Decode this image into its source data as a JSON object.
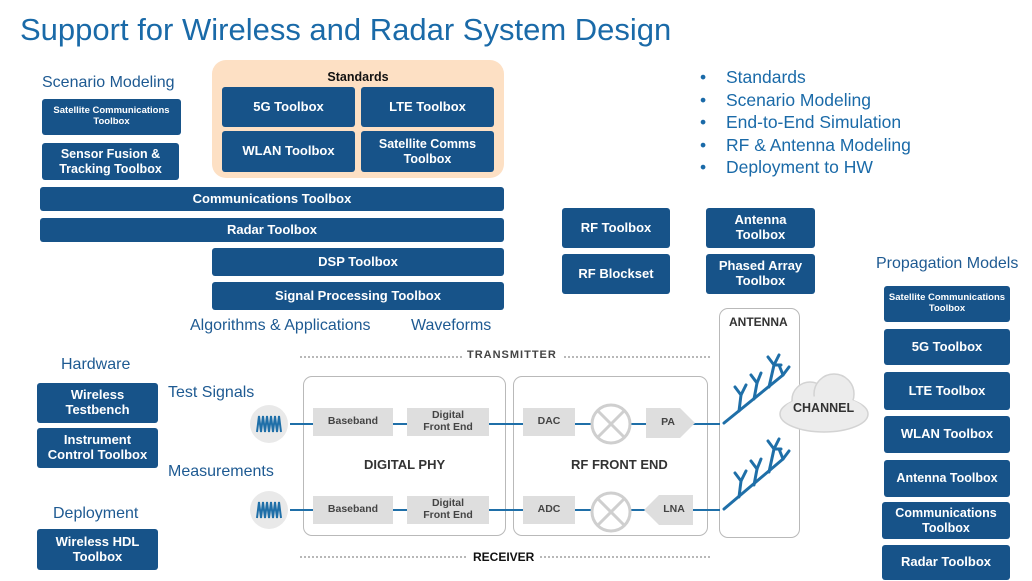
{
  "title": "Support for Wireless and Radar System Design",
  "standards": {
    "title": "Standards",
    "items": [
      "5G Toolbox",
      "LTE Toolbox",
      "WLAN Toolbox",
      "Satellite Comms Toolbox"
    ]
  },
  "scenario_modeling": {
    "label": "Scenario Modeling",
    "items": [
      "Satellite Communications Toolbox",
      "Sensor Fusion & Tracking Toolbox"
    ]
  },
  "wide_toolboxes": [
    "Communications Toolbox",
    "Radar Toolbox",
    "DSP Toolbox",
    "Signal Processing Toolbox"
  ],
  "algorithms_label": "Algorithms & Applications",
  "waveforms_label": "Waveforms",
  "bullets": [
    "Standards",
    "Scenario Modeling",
    "End-to-End Simulation",
    "RF & Antenna Modeling",
    "Deployment to HW"
  ],
  "rf": {
    "rf_toolbox": "RF Toolbox",
    "rf_blockset": "RF Blockset",
    "antenna_toolbox": "Antenna Toolbox",
    "phased_array": "Phased Array Toolbox"
  },
  "propagation": {
    "label": "Propagation Models",
    "items": [
      "Satellite Communications Toolbox",
      "5G Toolbox",
      "LTE Toolbox",
      "WLAN Toolbox",
      "Antenna Toolbox",
      "Communications Toolbox",
      "Radar Toolbox"
    ]
  },
  "hardware": {
    "label": "Hardware",
    "items": [
      "Wireless Testbench",
      "Instrument Control Toolbox"
    ]
  },
  "deployment": {
    "label": "Deployment",
    "items": [
      "Wireless HDL Toolbox"
    ]
  },
  "test_signals_label": "Test Signals",
  "measurements_label": "Measurements",
  "diagram": {
    "transmitter": "TRANSMITTER",
    "receiver": "RECEIVER",
    "antenna": "ANTENNA",
    "channel": "CHANNEL",
    "digital_phy": "DIGITAL PHY",
    "rf_front_end": "RF FRONT END",
    "baseband": "Baseband",
    "digital_front_end": "Digital Front End",
    "dac": "DAC",
    "adc": "ADC",
    "pa": "PA",
    "lna": "LNA"
  },
  "colors": {
    "toolbox_blue": "#175389",
    "title_blue": "#1a6aa8",
    "standards_panel": "#fde0c4"
  }
}
